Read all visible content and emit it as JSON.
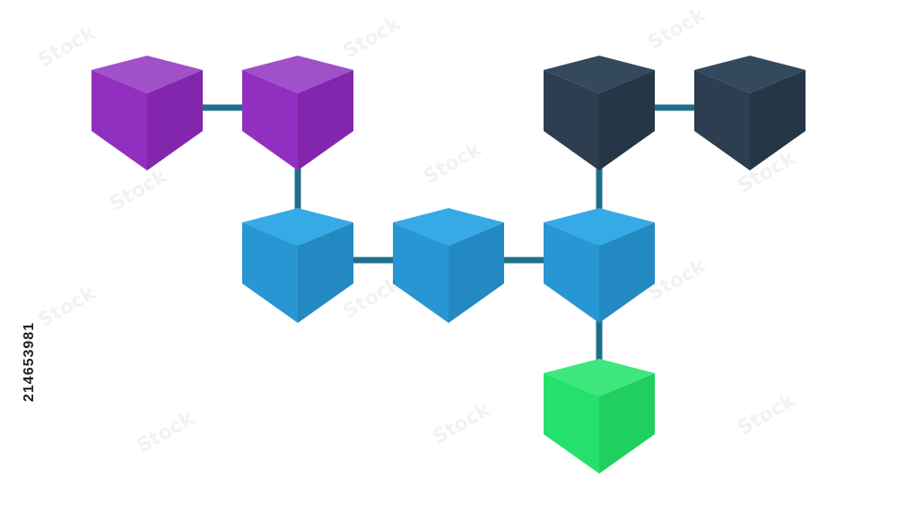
{
  "image_id_text": "214653981",
  "watermark_text": "Stock",
  "colors": {
    "background": "#ffffff",
    "connector": "#1f6f8b",
    "purple": {
      "top": "#a050c8",
      "left": "#9130c0",
      "right": "#8226ad"
    },
    "dark": {
      "top": "#34495e",
      "left": "#2c3e50",
      "right": "#253646"
    },
    "blue": {
      "top": "#35aae6",
      "left": "#2896d3",
      "right": "#2389c2"
    },
    "green": {
      "top": "#3ee87e",
      "left": "#26e06c",
      "right": "#1fcf60"
    }
  },
  "diagram": {
    "nodes": [
      {
        "id": "purple-1",
        "color": "purple",
        "col": 0,
        "row": 0
      },
      {
        "id": "purple-2",
        "color": "purple",
        "col": 1,
        "row": 0
      },
      {
        "id": "dark-1",
        "color": "dark",
        "col": 3,
        "row": 0
      },
      {
        "id": "dark-2",
        "color": "dark",
        "col": 4,
        "row": 0
      },
      {
        "id": "blue-1",
        "color": "blue",
        "col": 1,
        "row": 1
      },
      {
        "id": "blue-2",
        "color": "blue",
        "col": 2,
        "row": 1
      },
      {
        "id": "blue-3",
        "color": "blue",
        "col": 3,
        "row": 1
      },
      {
        "id": "green-1",
        "color": "green",
        "col": 3,
        "row": 2
      }
    ],
    "edges": [
      [
        "purple-1",
        "purple-2"
      ],
      [
        "purple-2",
        "blue-1"
      ],
      [
        "dark-1",
        "dark-2"
      ],
      [
        "dark-1",
        "blue-3"
      ],
      [
        "blue-1",
        "blue-2"
      ],
      [
        "blue-2",
        "blue-3"
      ],
      [
        "blue-3",
        "green-1"
      ]
    ]
  }
}
